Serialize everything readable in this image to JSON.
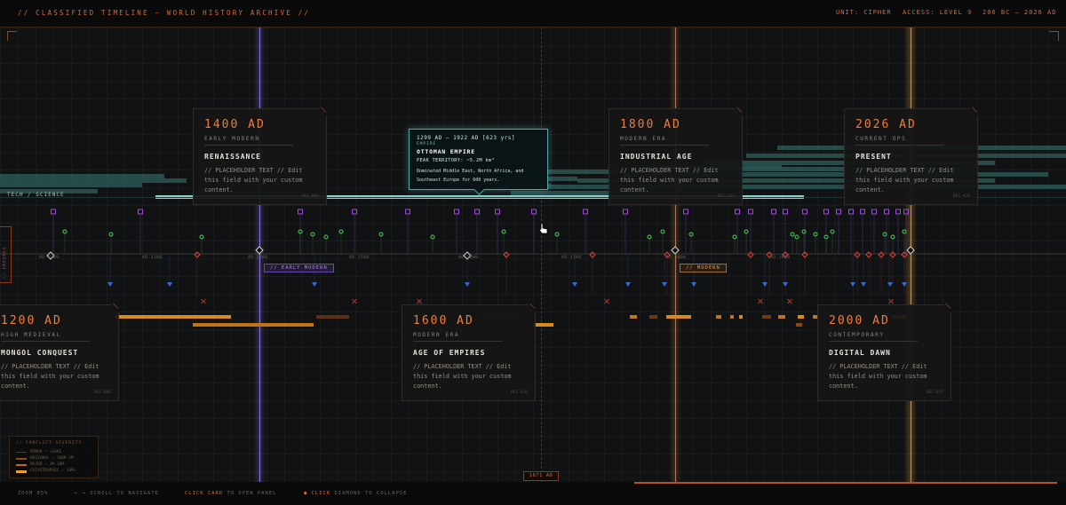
{
  "header": {
    "title": "// CLASSIFIED TIMELINE — WORLD HISTORY ARCHIVE //",
    "unit": "UNIT: CIPHER",
    "access": "ACCESS: LEVEL 9",
    "range": "206 BC — 2026 AD"
  },
  "tracks": {
    "tech_label": "TECH / SCIENCE",
    "ticks": [
      "AD 1200",
      "AD 1300",
      "AD 1400",
      "AD 1500",
      "AD 1600",
      "AD 1700",
      "AD 1800",
      "AD 1900"
    ]
  },
  "era_tags": {
    "early_modern": "// EARLY MODERN",
    "modern": "// MODERN"
  },
  "side_tab": {
    "label": "// EMPIRES"
  },
  "cards": [
    {
      "date": "1400 AD",
      "era": "EARLY MODERN",
      "title": "RENAISSANCE",
      "body": "// PLACEHOLDER TEXT // Edit this field with your custom content.",
      "id": "REC-083"
    },
    {
      "date": "1800 AD",
      "era": "MODERN ERA",
      "title": "INDUSTRIAL AGE",
      "body": "// PLACEHOLDER TEXT // Edit this field with your custom content.",
      "id": "REC-227"
    },
    {
      "date": "2026 AD",
      "era": "CURRENT OPS",
      "title": "PRESENT",
      "body": "// PLACEHOLDER TEXT // Edit this field with your custom content.",
      "id": "REC-420"
    },
    {
      "date": "1200 AD",
      "era": "HIGH MEDIEVAL",
      "title": "MONGOL CONQUEST",
      "body": "// PLACEHOLDER TEXT // Edit this field with your custom content.",
      "id": "REC-086"
    },
    {
      "date": "1600 AD",
      "era": "MODERN ERA",
      "title": "AGE OF EMPIRES",
      "body": "// PLACEHOLDER TEXT // Edit this field with your custom content.",
      "id": "REC-418"
    },
    {
      "date": "2000 AD",
      "era": "CONTEMPORARY",
      "title": "DIGITAL DAWN",
      "body": "// PLACEHOLDER TEXT // Edit this field with your custom content.",
      "id": "REC-017"
    }
  ],
  "tooltip": {
    "dates": "1299 AD — 1922 AD  [623 yrs]",
    "type": "EMPIRE",
    "name": "OTTOMAN EMPIRE",
    "stat": "PEAK TERRITORY: ~5.2M km²",
    "desc": "Dominated Middle East, North Africa, and Southeast Europe for 600 years."
  },
  "legend": {
    "title": "// CONFLICT SEVERITY",
    "rows": [
      {
        "label": "MINOR — <10KE",
        "color": "#5a3a24"
      },
      {
        "label": "REGIONAL — 100K-1M",
        "color": "#8a4a1a"
      },
      {
        "label": "MAJOR — 1M-10M",
        "color": "#c06a1a"
      },
      {
        "label": "CATASTROPHIC — 10M+",
        "color": "#f0a020"
      }
    ]
  },
  "scrubber": {
    "label": "1671 AD"
  },
  "footer": {
    "zoom": "ZOOM 85%",
    "scroll_hint": "← → SCROLL TO NAVIGATE",
    "card_key": "CLICK CARD",
    "card_hint": "TO OPEN PANEL",
    "diamond_key": "● CLICK",
    "diamond_hint": "DIAMOND TO COLLAPSE"
  },
  "colors": {
    "accent": "#ee7d3f",
    "teal": "#4fa8a8",
    "purple": "#a04ad8",
    "green": "#4fcf5a",
    "red": "#e0443a",
    "blue": "#3a6ad0",
    "gold": "#e8a020"
  }
}
